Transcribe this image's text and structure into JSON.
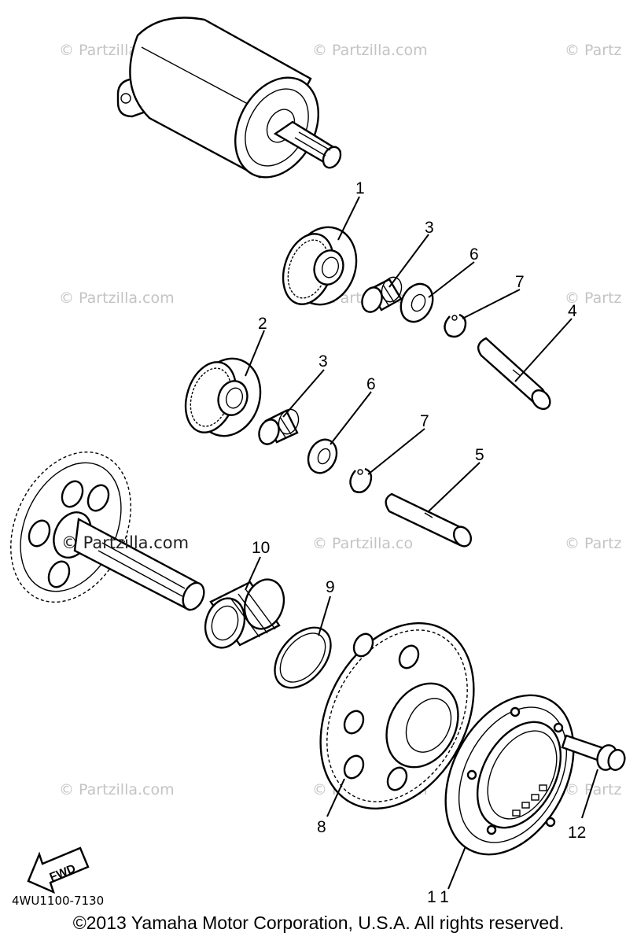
{
  "watermark": "© Partzilla.com",
  "watermark_partial": "© Partz",
  "watermark_overlap": "© Partzilla.co",
  "callouts": [
    "1",
    "2",
    "3",
    "3",
    "4",
    "5",
    "6",
    "6",
    "7",
    "7",
    "8",
    "9",
    "10",
    "11",
    "12"
  ],
  "fwd_label": "FWD",
  "diagram_code": "4WU1100-7130",
  "copyright": "©2013 Yamaha Motor Corporation, U.S.A. All rights reserved."
}
